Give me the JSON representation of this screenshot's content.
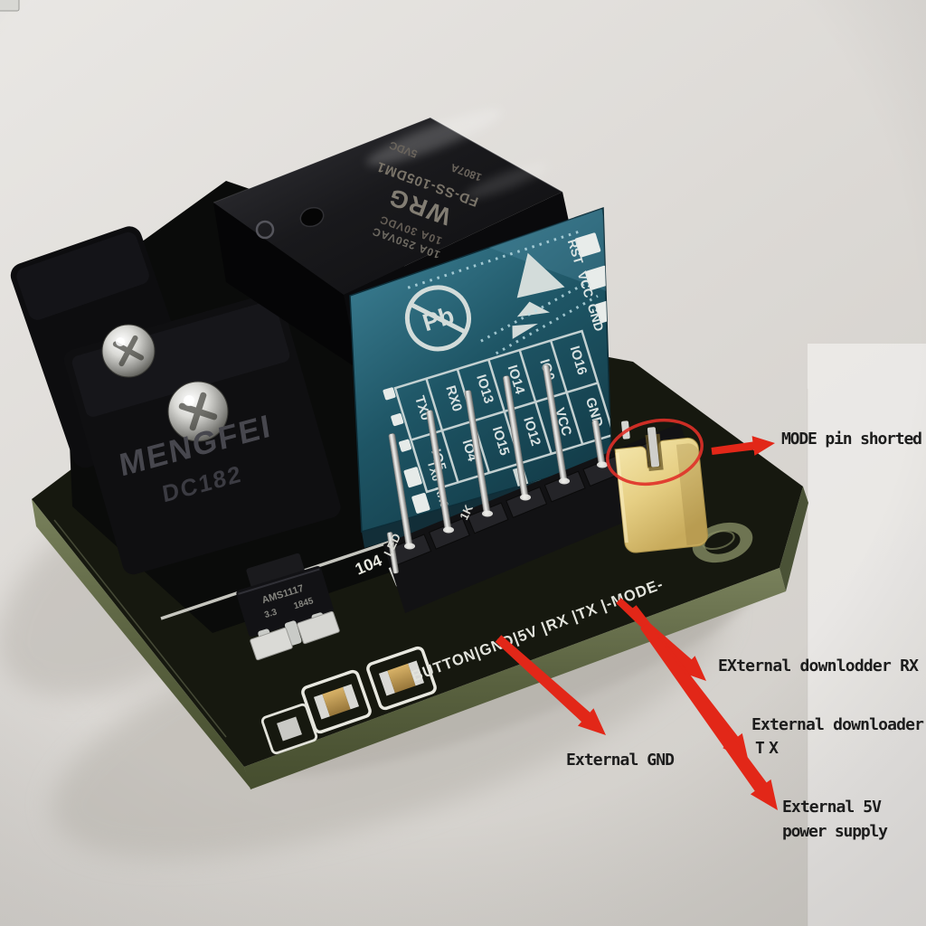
{
  "scene": {
    "background_color": "#dedbd6",
    "right_strip_color": "#f4f3f1",
    "annotation_red": "#e22718",
    "annotation_text_color": "#1d1d1d"
  },
  "annotations": {
    "mode_shorted": "MODE pin shorted",
    "external_rx": "EXternal downlodder RX",
    "external_tx_line1": "External downloader",
    "external_tx_line2": "TX",
    "external_gnd": "External GND",
    "external_5v_line1": "External 5V",
    "external_5v_line2": "power supply"
  },
  "pcb": {
    "edge_pin_labels": [
      "BUTTON",
      "GND",
      "5V",
      "RX",
      "TX",
      "-MODE-"
    ],
    "edge_pin_text": "BUTTON|GND|5V |RX |TX |-MODE-",
    "silk_led": "LED",
    "silk_1k": "1K",
    "silk_104": "104",
    "regulator_line1": "AMS1117",
    "regulator_line2": "3.3",
    "regulator_line3": "1845"
  },
  "relay": {
    "brand": "WRG",
    "model": "FD-SS-105DM1",
    "rating_top": "10A 250VAC",
    "rating_mid": "10A 30VDC",
    "batch": "1807A",
    "coil": "5VDC"
  },
  "terminal_block": {
    "brand": "MENGFEI",
    "model": "DC182"
  },
  "esp_module": {
    "pb_free": "Pb",
    "right_edge_labels": [
      "RST",
      "VCC",
      "GND"
    ],
    "left_edge_labels": [
      "TX0",
      "RX0",
      "IO0"
    ],
    "pin_table": {
      "top_row": [
        "TX0",
        "RX0",
        "IO13",
        "IO14",
        "IO0",
        "IO16"
      ],
      "bottom_row": [
        "IO5",
        "IO4",
        "IO15",
        "IO12",
        "VCC",
        "GND"
      ]
    }
  }
}
